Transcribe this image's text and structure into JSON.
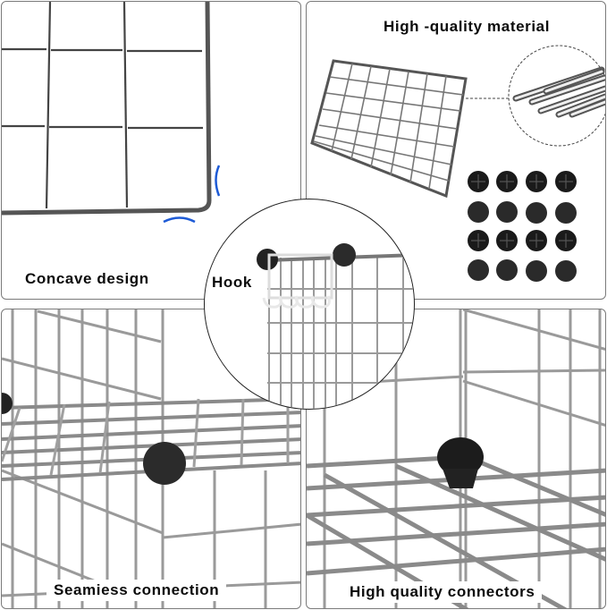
{
  "panels": {
    "top_left": {
      "label": "Concave design",
      "accent_color": "#1e5bd6",
      "frame_color": "#555555"
    },
    "top_right": {
      "label": "High -quality material",
      "connectors": {
        "rows": 4,
        "cols": 4,
        "color": "#1a1a1a"
      }
    },
    "center_inset": {
      "label": "Hook"
    },
    "bottom_left": {
      "label": "Seamiess connection"
    },
    "bottom_right": {
      "label": "High quality connectors"
    }
  },
  "colors": {
    "wire": "#9a9a9a",
    "wire_dark": "#6e6e6e",
    "border": "#7a7a7a",
    "text": "#0b0b0b"
  }
}
